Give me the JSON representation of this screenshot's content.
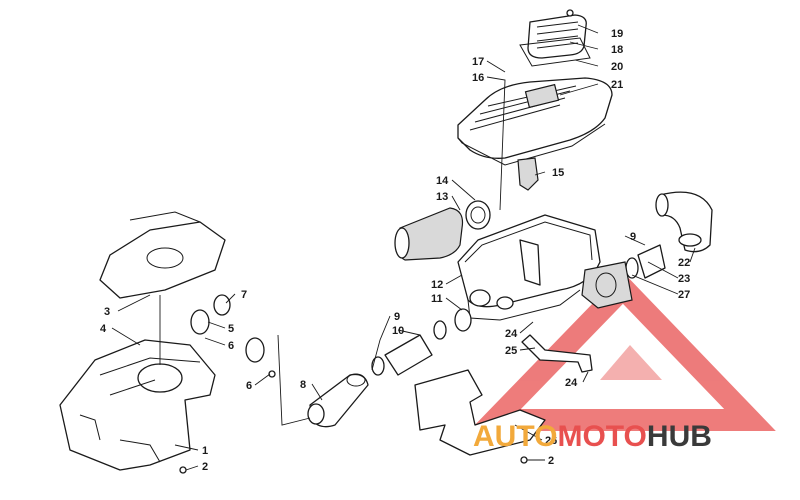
{
  "callouts": [
    {
      "id": "c19",
      "text": "19"
    },
    {
      "id": "c18",
      "text": "18"
    },
    {
      "id": "c20",
      "text": "20"
    },
    {
      "id": "c21",
      "text": "21"
    },
    {
      "id": "c17",
      "text": "17"
    },
    {
      "id": "c16",
      "text": "16"
    },
    {
      "id": "c15",
      "text": "15"
    },
    {
      "id": "c14",
      "text": "14"
    },
    {
      "id": "c13",
      "text": "13"
    },
    {
      "id": "c12",
      "text": "12"
    },
    {
      "id": "c11",
      "text": "11"
    },
    {
      "id": "c9a",
      "text": "9"
    },
    {
      "id": "c10",
      "text": "10"
    },
    {
      "id": "c9b",
      "text": "9"
    },
    {
      "id": "c22",
      "text": "22"
    },
    {
      "id": "c23",
      "text": "23"
    },
    {
      "id": "c27",
      "text": "27"
    },
    {
      "id": "c24a",
      "text": "24"
    },
    {
      "id": "c25",
      "text": "25"
    },
    {
      "id": "c24b",
      "text": "24"
    },
    {
      "id": "c26",
      "text": "26"
    },
    {
      "id": "c2a",
      "text": "2"
    },
    {
      "id": "c2b",
      "text": "2"
    },
    {
      "id": "c1",
      "text": "1"
    },
    {
      "id": "c3",
      "text": "3"
    },
    {
      "id": "c4",
      "text": "4"
    },
    {
      "id": "c5",
      "text": "5"
    },
    {
      "id": "c6a",
      "text": "6"
    },
    {
      "id": "c6b",
      "text": "6"
    },
    {
      "id": "c7",
      "text": "7"
    },
    {
      "id": "c8",
      "text": "8"
    }
  ],
  "watermark": {
    "auto": "AUTO",
    "moto": "MOTO",
    "hub": "HUB",
    "colors": {
      "auto": "#f2a93b",
      "moto": "#e8504f",
      "hub": "#3a3a3a",
      "triangle": "#e8504f"
    }
  }
}
